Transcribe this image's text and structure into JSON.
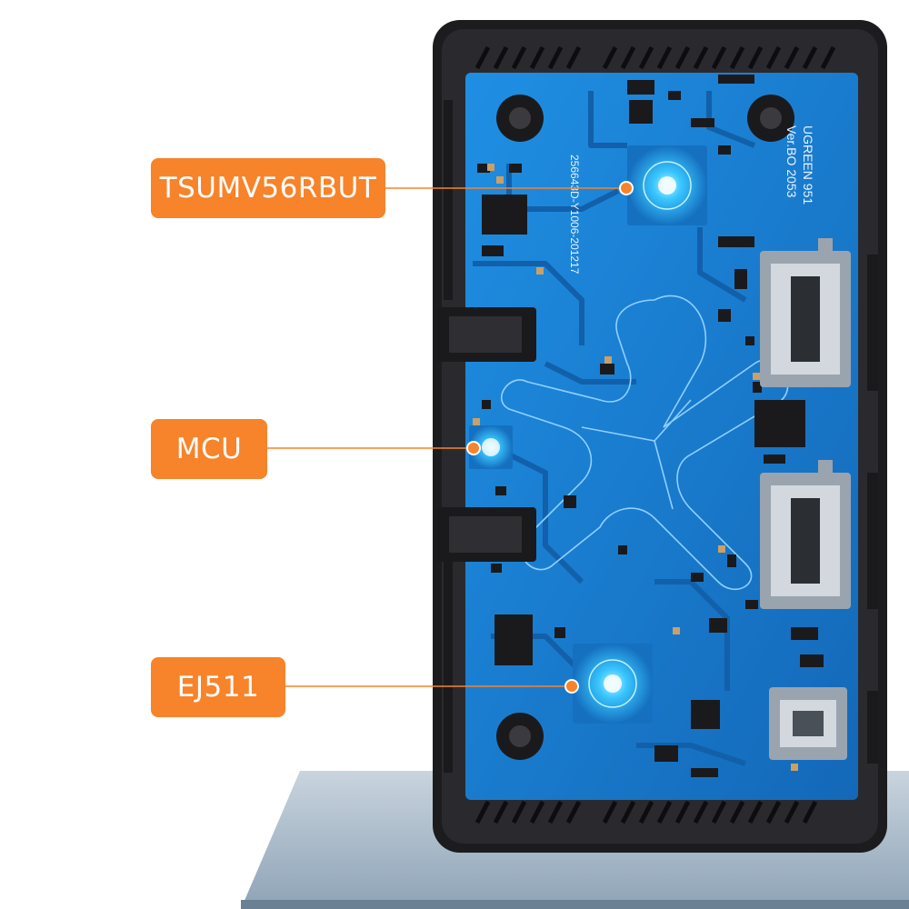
{
  "callouts": [
    {
      "id": "tsumv",
      "text": "TSUMV56RBUT"
    },
    {
      "id": "mcu",
      "text": "MCU"
    },
    {
      "id": "ej",
      "text": "EJ511"
    }
  ],
  "board": {
    "brand_line1": "UGREEN 951",
    "brand_line2": "Ver.BO  2053",
    "part_number": "256643D-Y1006-201217"
  },
  "colors": {
    "label_bg": "#f7832a",
    "pcb_blue": "#1b84d8",
    "case_black": "#1c1c1f",
    "chip_glow": "#39c6ff",
    "pin_dot": "#f7832a"
  }
}
